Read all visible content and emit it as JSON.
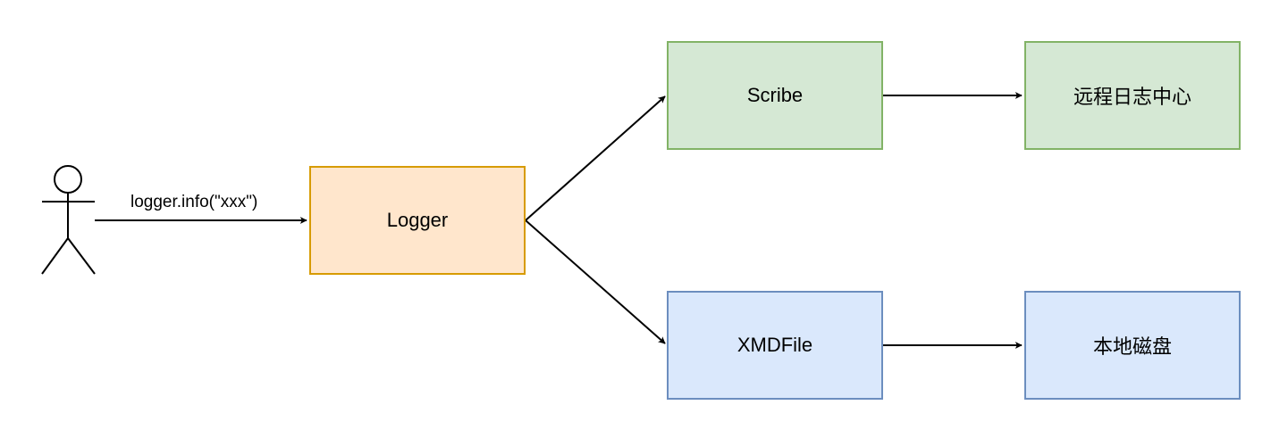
{
  "nodes": {
    "logger": {
      "label": "Logger",
      "fill": "#ffe6cc",
      "stroke": "#d79b00"
    },
    "scribe": {
      "label": "Scribe",
      "fill": "#d5e8d4",
      "stroke": "#82b366"
    },
    "remote_log_center": {
      "label": "远程日志中心",
      "fill": "#d5e8d4",
      "stroke": "#82b366"
    },
    "xmdfile": {
      "label": "XMDFile",
      "fill": "#dae8fc",
      "stroke": "#6c8ebf"
    },
    "local_disk": {
      "label": "本地磁盘",
      "fill": "#dae8fc",
      "stroke": "#6c8ebf"
    }
  },
  "edges": {
    "actor_to_logger": {
      "label": "logger.info(\"xxx\")"
    }
  },
  "colors": {
    "line": "#000000",
    "background": "#ffffff"
  }
}
